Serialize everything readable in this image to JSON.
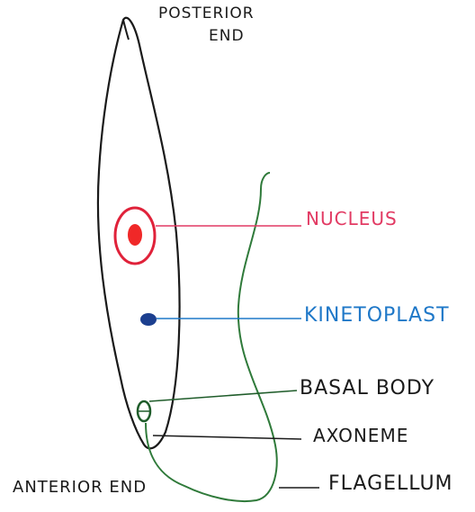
{
  "diagram": {
    "labels": {
      "posterior_line1": "POSTERIOR",
      "posterior_line2": "END",
      "anterior": "ANTERIOR END",
      "nucleus": "NUCLEUS",
      "kinetoplast": "KINETOPLAST",
      "basal_body": "BASAL BODY",
      "axoneme": "AXONEME",
      "flagellum": "FLAGELLUM"
    },
    "colors": {
      "outline": "#1a1a1a",
      "nucleus": "#e0223a",
      "nucleolus": "#f02828",
      "kinetoplast": "#1c3f8f",
      "kinetoplast_label": "#1f78c8",
      "nucleus_label": "#e23a63",
      "flagellum": "#2f7a3a",
      "basal_body": "#1f5c2a",
      "text": "#1a1a1a",
      "background": "#ffffff"
    }
  }
}
